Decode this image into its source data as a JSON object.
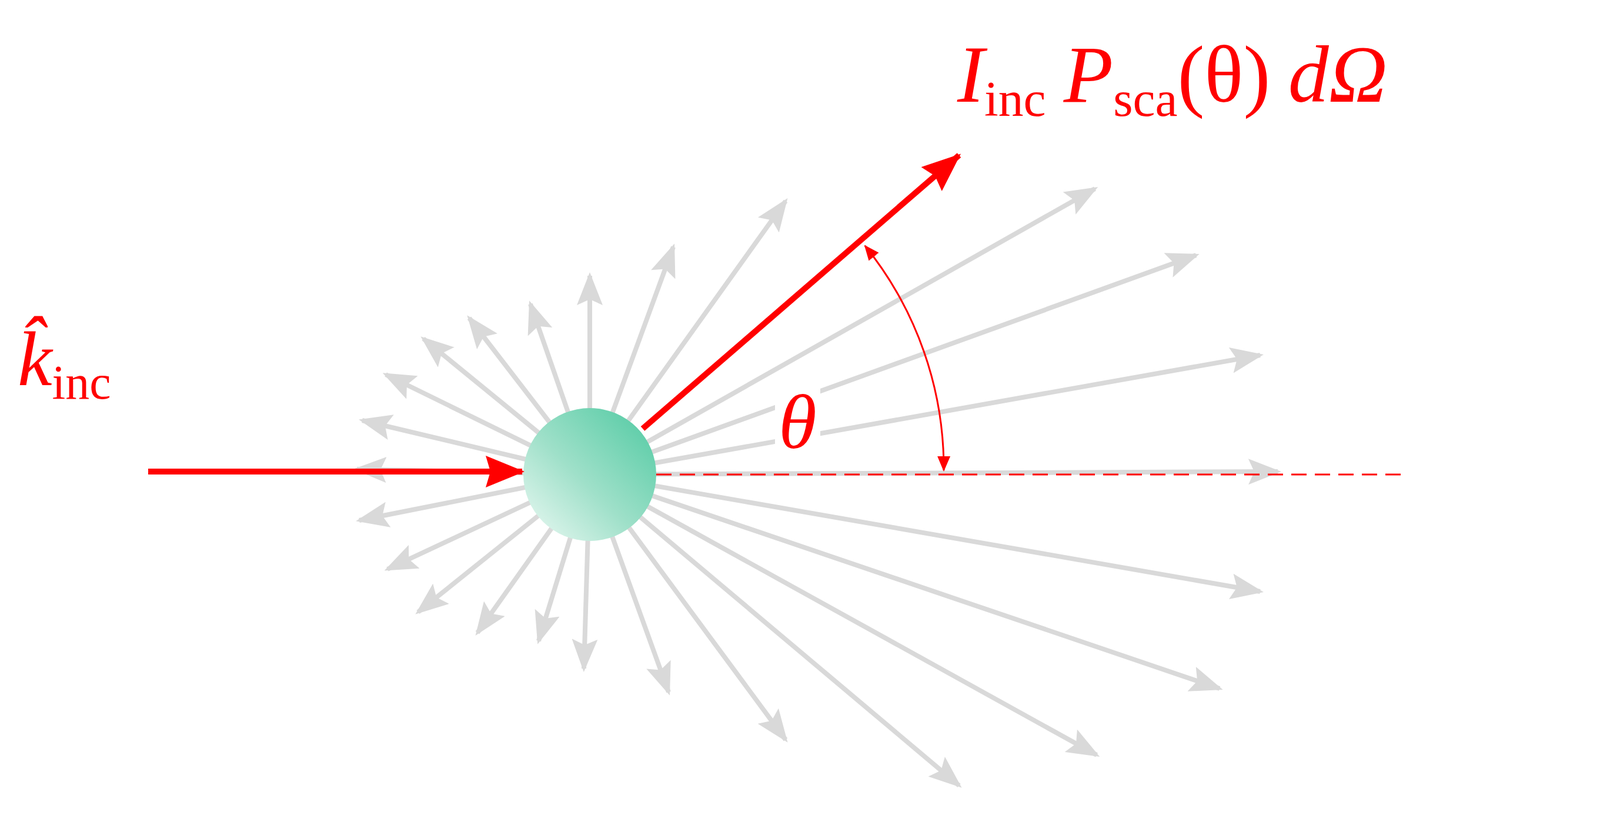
{
  "diagram": {
    "labels": [
      "k̂",
      "inc",
      "θ",
      "I",
      "inc",
      "P",
      "sca",
      "(θ)",
      "dΩ"
    ]
  }
}
